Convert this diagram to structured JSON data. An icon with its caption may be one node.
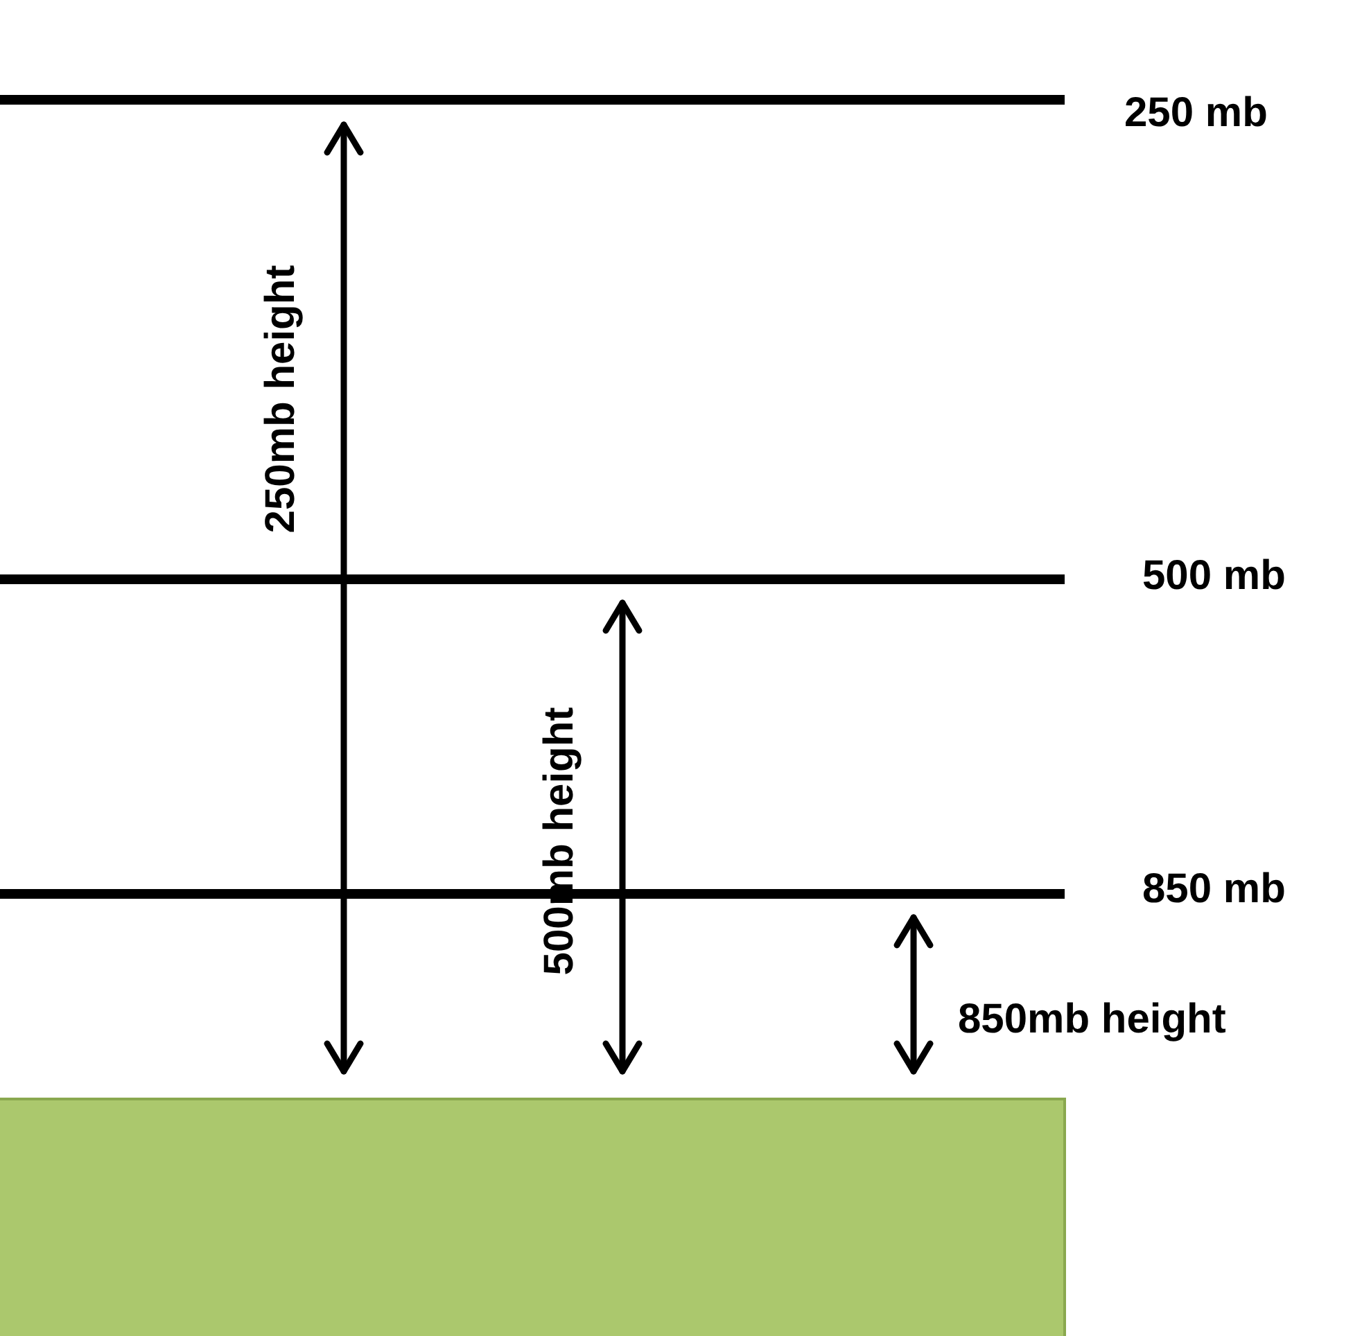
{
  "diagram": {
    "labels": [
      "250 mb",
      "250mb height",
      "500 mb",
      "500mb height",
      "850 mb",
      "850mb height"
    ]
  }
}
